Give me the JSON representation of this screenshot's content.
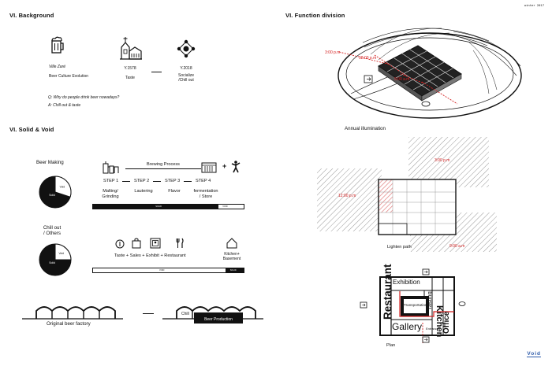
{
  "watermark": "winter 2017",
  "footer_right": "Void",
  "section_background": {
    "title": "VI. Background",
    "timeline": [
      {
        "icon": "beer-mug-icon",
        "caption": "Ville Zaré",
        "subcaption": "Beer Culture Evolution"
      },
      {
        "icon": "church-icon",
        "caption": "Y.1578",
        "subcaption": "Taste"
      },
      {
        "icon": "network-icon",
        "caption": "Y.2018",
        "subcaption": "Socialize\n/Chill out"
      }
    ],
    "question": "Q:  Why do people drink beer nowadays?",
    "answer": "A:   Chill out & taste"
  },
  "section_function": {
    "title": "VI. Function division",
    "times": [
      "3:00 p.m",
      "12:00 p.m",
      "9:00 a.m"
    ]
  },
  "section_solid_void": {
    "title": "VI. Solid & Void",
    "beer_making": {
      "title": "Beer Making",
      "pie": {
        "solid_label": "Solid",
        "void_label": "Void",
        "void_fraction": 0.3
      },
      "process_label": "Brewing Process",
      "steps": [
        "STEP 1",
        "STEP 2",
        "STEP 3",
        "STEP 4"
      ],
      "step_names": [
        "Malting/\nGrinding",
        "Lautering",
        "Flavor",
        "fermentation\n/ Store"
      ],
      "bar": {
        "solid_label": "SOLID",
        "void_label": "VOID",
        "solid_fraction": 0.83
      }
    },
    "chill_out": {
      "title": "Chill out\n/ Others",
      "pie": {
        "solid_label": "Solid",
        "void_label": "Void",
        "void_fraction": 0.25
      },
      "functions": "Taste + Sales + Exhibit + Restaurant",
      "kitchen": "Kitchen+\nBasement",
      "bar": {
        "solid_label": "SOLID",
        "void_label": "VOID",
        "solid_fraction": 0.12
      }
    },
    "factory_caption": "Original beer factory",
    "chill_label": "Chill",
    "beer_production_label": "Beer Production"
  },
  "section_illumination": {
    "title": "Annual illumination",
    "times": [
      "3:00 p.m",
      "12:00 p.m",
      "9:00 a.m"
    ],
    "path_label": "Lighten path"
  },
  "plan": {
    "caption": "Plan",
    "rooms": [
      "Exhibition",
      "Restaurant",
      "Tasting",
      "Kitchen",
      "Transportation",
      "Gallery",
      "Office",
      "Entrance"
    ]
  }
}
